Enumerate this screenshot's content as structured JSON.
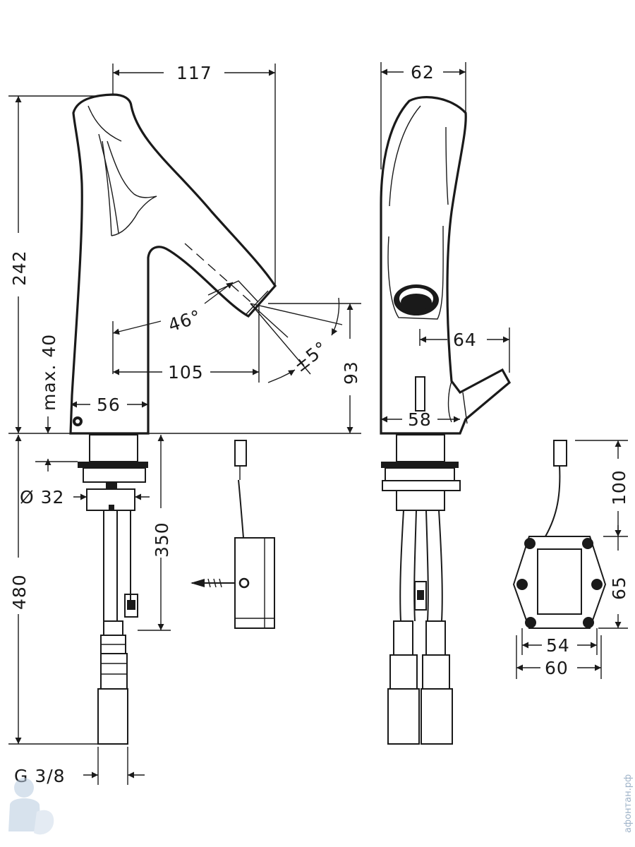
{
  "dimensions": {
    "d117": "117",
    "d62": "62",
    "d242": "242",
    "d46": "46°",
    "d5": "±5°",
    "d105": "105",
    "d93": "93",
    "d64": "64",
    "dmax40": "max. 40",
    "d56": "56",
    "d58": "58",
    "d32": "Ø 32",
    "d350": "350",
    "d480": "480",
    "d100": "100",
    "d65": "65",
    "d54": "54",
    "d60": "60",
    "thread": "G 3/8"
  },
  "watermark": {
    "text": "афонтан.рф"
  }
}
